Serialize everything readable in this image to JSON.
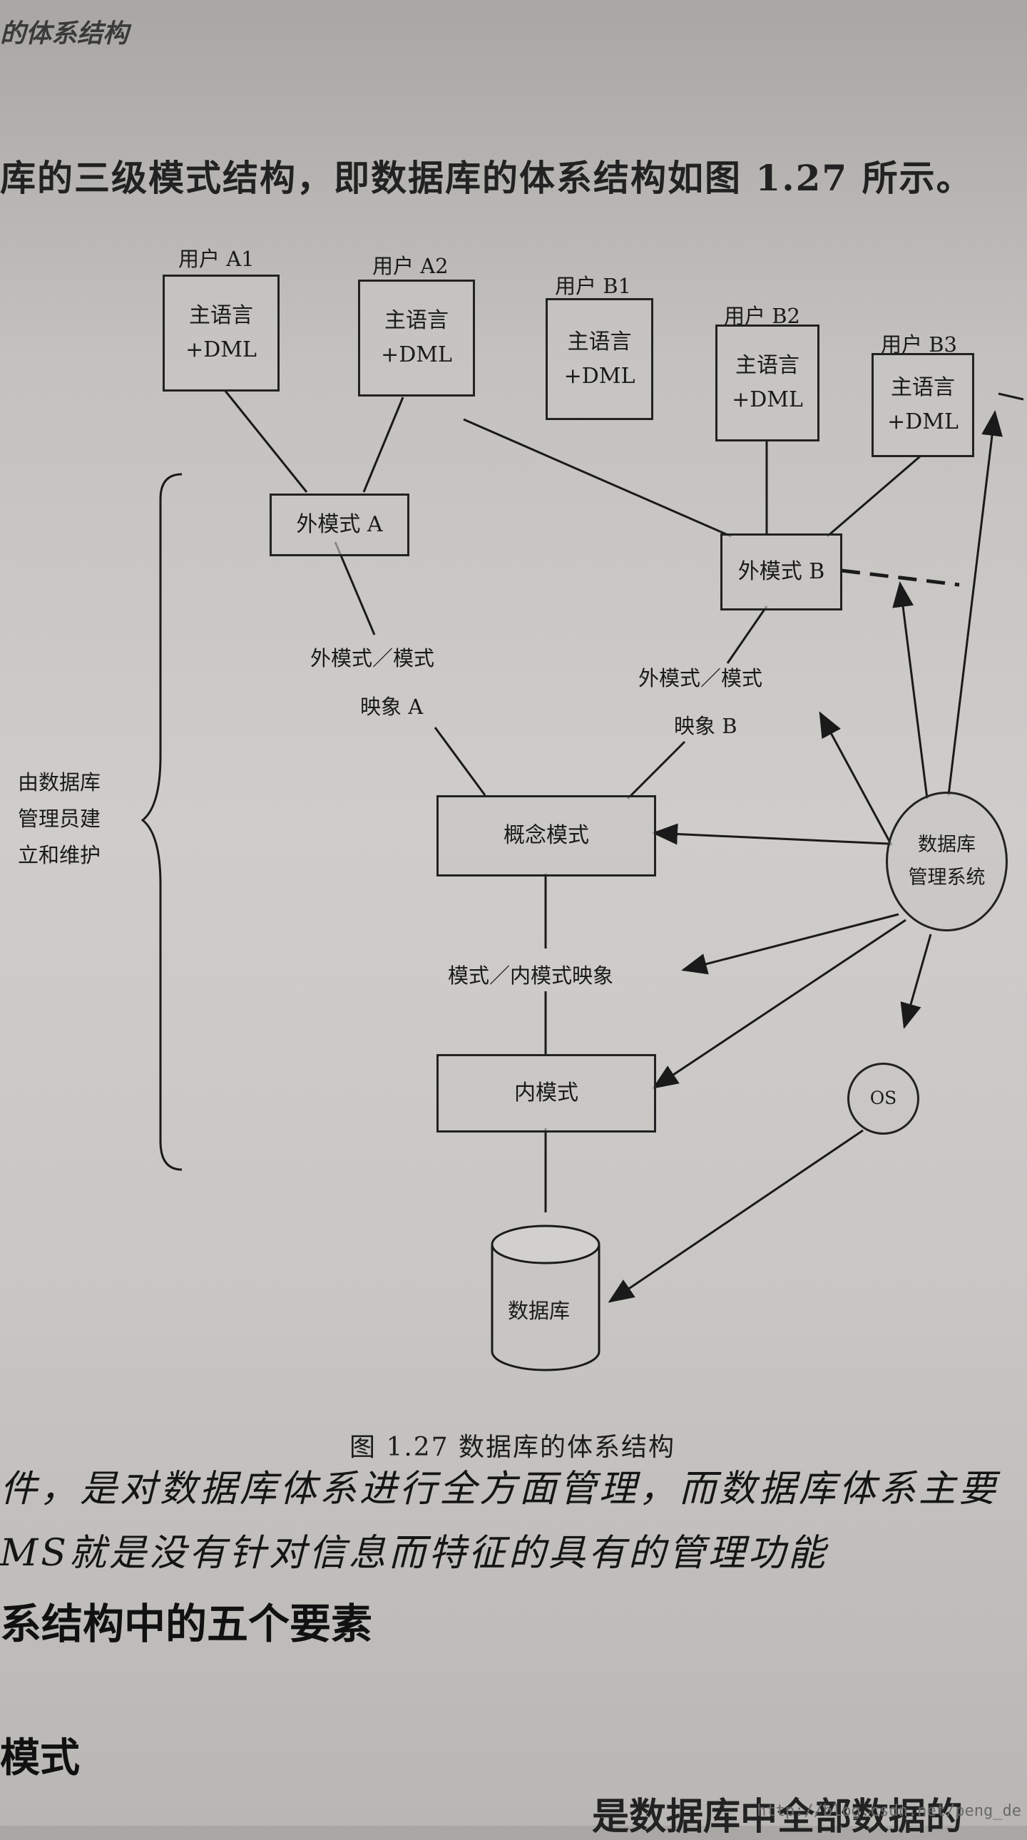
{
  "running_head": "的体系结构",
  "intro_text": "库的三级模式结构，即数据库的体系结构如图 1.27 所示。",
  "diagram": {
    "users": [
      {
        "label": "用户 A1",
        "box": "主语言\n+DML"
      },
      {
        "label": "用户 A2",
        "box": "主语言\n+DML"
      },
      {
        "label": "用户 B1",
        "box": "主语言\n+DML"
      },
      {
        "label": "用户 B2",
        "box": "主语言\n+DML"
      },
      {
        "label": "用户 B3",
        "box": "主语言\n+DML"
      }
    ],
    "external_schema_a": "外模式 A",
    "external_schema_b": "外模式 B",
    "mapping_a_line1": "外模式／模式",
    "mapping_a_line2": "映象 A",
    "mapping_b_line1": "外模式／模式",
    "mapping_b_line2": "映象 B",
    "conceptual_schema": "概念模式",
    "schema_internal_mapping": "模式／内模式映象",
    "internal_schema": "内模式",
    "database": "数据库",
    "dbms": "数据库\n管理系统",
    "os": "OS",
    "brace_label": "由数据库\n管理员建\n立和维护"
  },
  "caption": "图 1.27    数据库的体系结构",
  "handwriting_line1": "件，是对数据库体系进行全方面管理，而数据库体系主要",
  "handwriting_line2": "MS就是没有针对信息而特征的具有的管理功能",
  "section_heading": "系结构中的五个要素",
  "subsection_heading": "模式",
  "bottom_text": "是数据库中全部数据的",
  "watermark": "http://blog.csdn.net/peng_de"
}
